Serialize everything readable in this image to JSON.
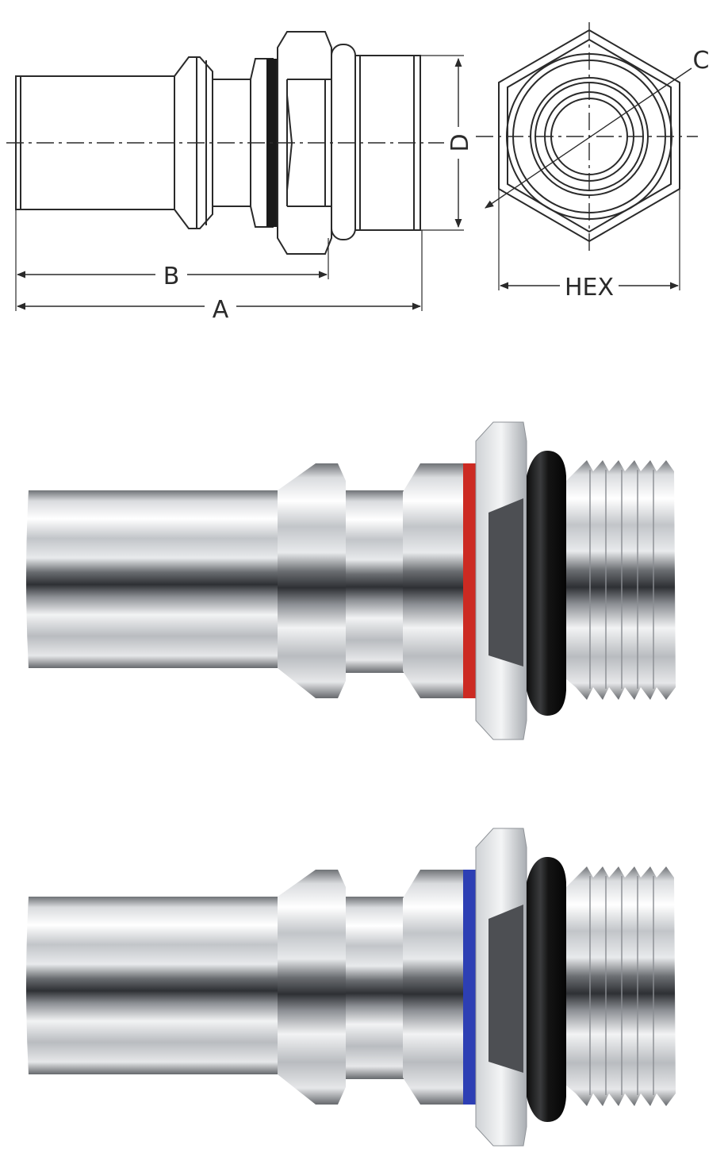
{
  "drawing": {
    "dimension_labels": {
      "a": "A",
      "b": "B",
      "c": "C",
      "d": "D",
      "hex": "HEX"
    }
  },
  "renders": [
    {
      "id": "fitting-red-ring",
      "marker_ring_color": "#cc2a22"
    },
    {
      "id": "fitting-blue-ring",
      "marker_ring_color": "#2d3fb4"
    }
  ],
  "colors": {
    "line": "#2a2a2a",
    "oring": "#1a1a1a",
    "hex_flat_dark": "#4d4f53",
    "background": "#ffffff"
  }
}
